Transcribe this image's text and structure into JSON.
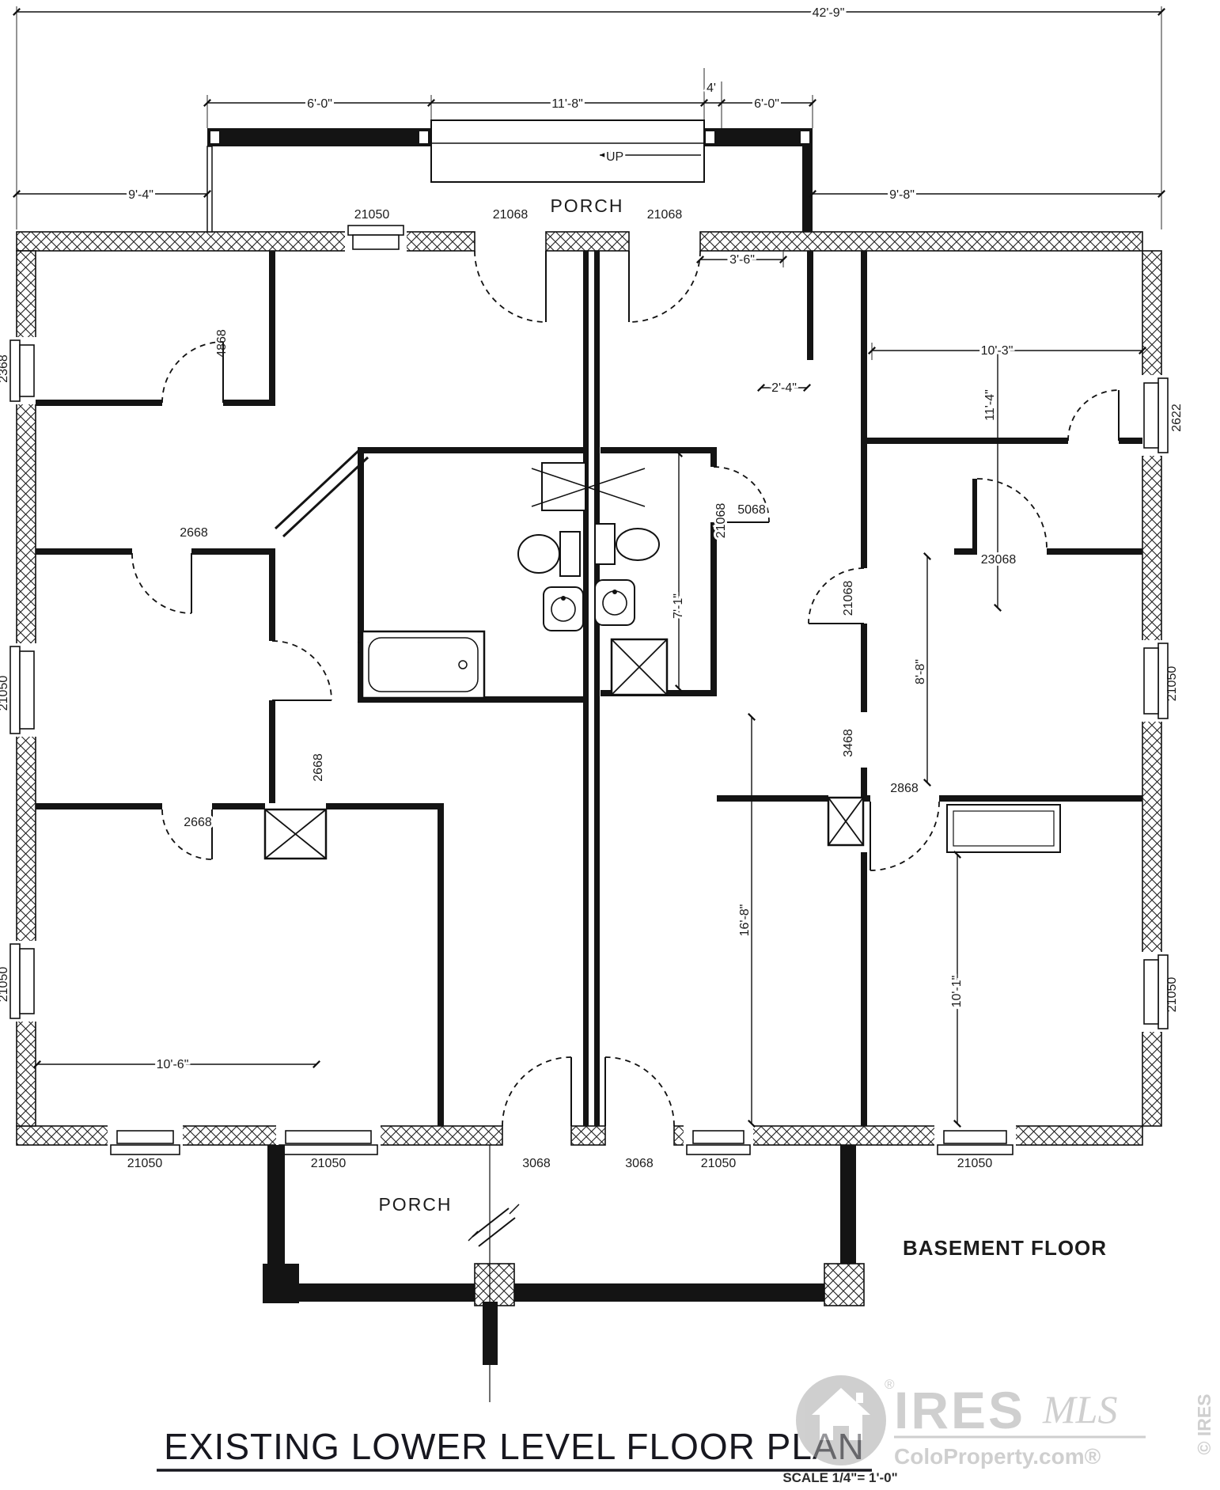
{
  "title": {
    "text": "EXISTING LOWER LEVEL FLOOR PLAN",
    "scale": "SCALE 1/4\"= 1'-0\""
  },
  "labels": {
    "porch_top": "PORCH",
    "porch_bottom": "PORCH",
    "up": "UP",
    "floor": "BASEMENT FLOOR"
  },
  "dims": {
    "overall": "42'-9\"",
    "porch_left": "6'-0\"",
    "stairs_width": "11'-8\"",
    "four_inch": "4'",
    "porch_right": "6'-0\"",
    "left_side": "9'-4\"",
    "right_side": "9'-8\"",
    "entry": "3'-6\"",
    "closet": "2'-4\"",
    "bedroom_tr_w": "10'-3\"",
    "bedroom_tr_h": "11'-4\"",
    "bath": "7'-1\"",
    "hall_r": "8'-8\"",
    "bedroom_bl": "10'-6\"",
    "room_br_h": "16'-8\"",
    "bedroom_br": "10'-1\""
  },
  "openings": {
    "win_top": "21050",
    "door_entry_l": "21068",
    "door_entry_r": "21068",
    "win_l1": "2368",
    "win_l2": "21050",
    "win_l3": "21050",
    "win_r1": "2622",
    "win_r2": "21050",
    "win_r3": "21050",
    "door_bed_tl": "4868",
    "door_hall_l": "2668",
    "door_closet_l": "2668",
    "door_bed_bl": "2668",
    "open_living_r": "5068",
    "door_bath_r": "21068",
    "door_hall_r": "21068",
    "open_hall_r": "3468",
    "door_bed_tr": "23068",
    "door_bed_br": "2868",
    "win_b1": "21050",
    "win_b2": "21050",
    "door_b_l": "3068",
    "door_b_r": "3068",
    "win_b3": "21050",
    "win_b4": "21050"
  },
  "watermark": {
    "brand": "IRES",
    "mls": "MLS",
    "site": "ColoProperty.com®",
    "reg": "®",
    "copyright": "© IRES"
  }
}
